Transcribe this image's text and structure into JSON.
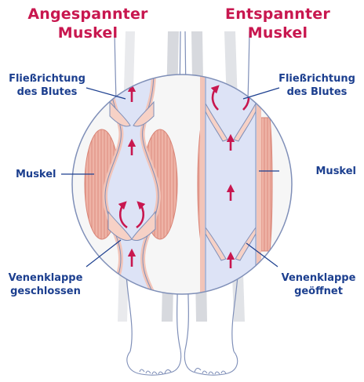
{
  "titles": {
    "left": {
      "line1": "Angespannter",
      "line2": "Muskel"
    },
    "right": {
      "line1": "Entspannter",
      "line2": "Muskel"
    }
  },
  "labels": {
    "flow_left": {
      "line1": "Fließrichtung",
      "line2": "des Blutes"
    },
    "flow_right": {
      "line1": "Fließrichtung",
      "line2": "des Blutes"
    },
    "muscle_left": "Muskel",
    "muscle_right": "Muskel",
    "valve_left": {
      "line1": "Venenklappe",
      "line2": "geschlossen"
    },
    "valve_right": {
      "line1": "Venenklappe",
      "line2": "geöffnet"
    }
  },
  "colors": {
    "title": "#c8174f",
    "label": "#1c3f8f",
    "arrow": "#c8174f",
    "muscle": "#e9a89a",
    "vein": "#dde3f6",
    "leg_outline": "#7f8fb8"
  },
  "icons": [
    "arrow-up-icon",
    "curved-arrow-icon"
  ]
}
